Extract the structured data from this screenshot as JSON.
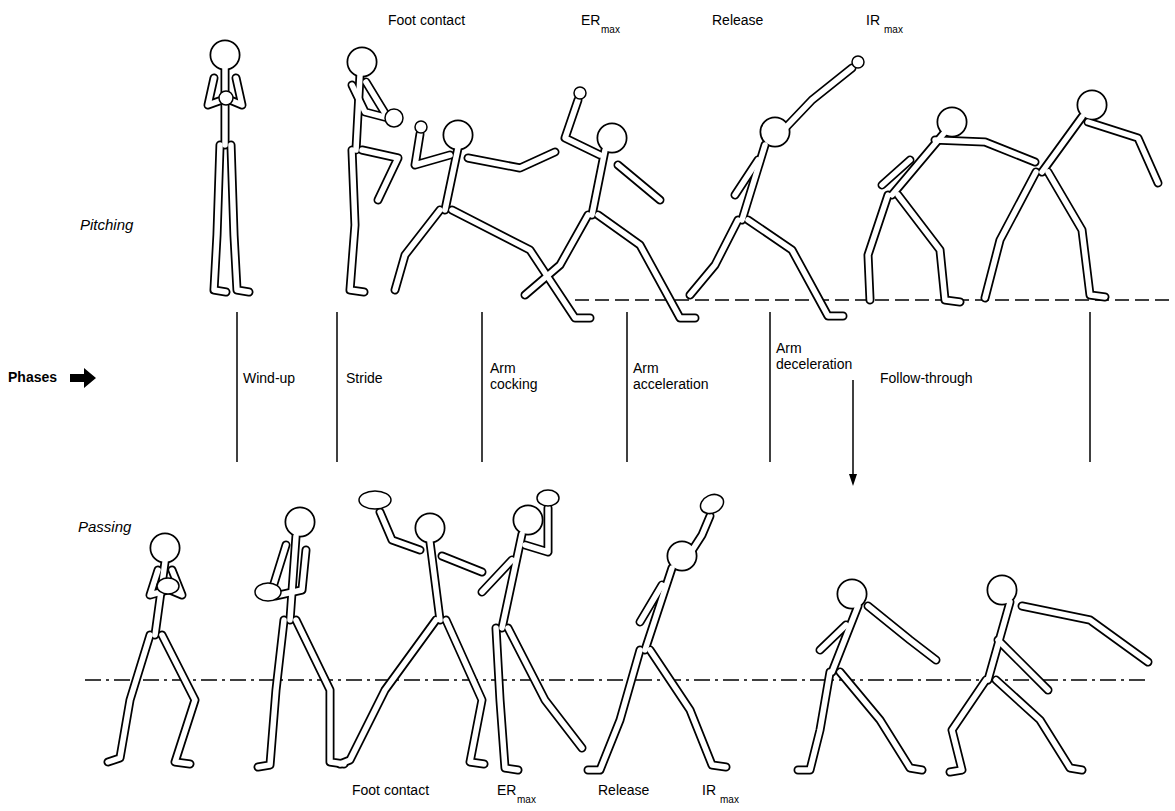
{
  "diagram": {
    "labels": [
      "Foot contact",
      "ER",
      "max",
      "Release",
      "IR",
      "max",
      "Pitching",
      "Phases",
      "Wind-up",
      "Stride",
      "Arm cocking",
      "Arm acceleration",
      "Arm deceleration",
      "Follow-through",
      "Passing",
      "Foot contact",
      "ER",
      "max",
      "Release",
      "IR",
      "max"
    ]
  }
}
